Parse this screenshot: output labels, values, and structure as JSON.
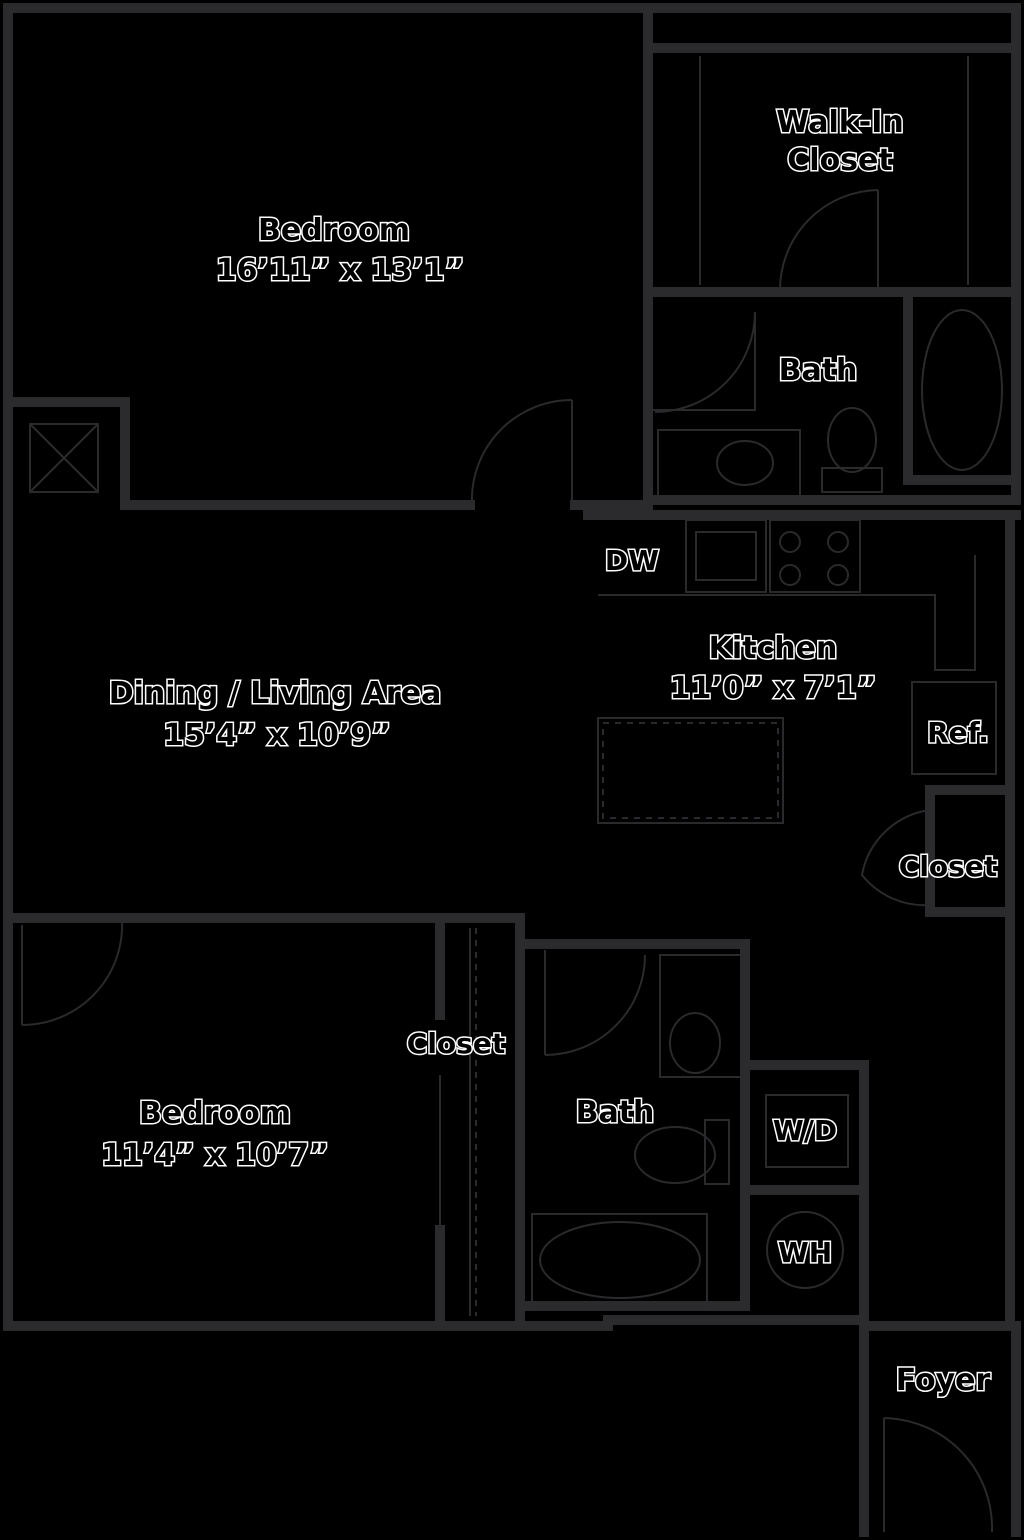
{
  "rooms": {
    "bedroom1": {
      "name": "Bedroom",
      "dims": "16’11” x 13’1”"
    },
    "walk_in": {
      "line1": "Walk-In",
      "line2": "Closet"
    },
    "bath1": {
      "name": "Bath"
    },
    "dw": {
      "name": "DW"
    },
    "kitchen": {
      "name": "Kitchen",
      "dims": "11’0” x 7’1”"
    },
    "dining": {
      "name": "Dining / Living Area",
      "dims": "15’4” x 10’9”"
    },
    "ref": {
      "name": "Ref."
    },
    "closet_right": {
      "name": "Closet"
    },
    "closet_mid": {
      "name": "Closet"
    },
    "bedroom2": {
      "name": "Bedroom",
      "dims": "11’4” x 10’7”"
    },
    "bath2": {
      "name": "Bath"
    },
    "wd": {
      "name": "W/D"
    },
    "wh": {
      "name": "WH"
    },
    "foyer": {
      "name": "Foyer"
    }
  },
  "colors": {
    "background": "#000000",
    "wall": "#2b2b2d",
    "label_outline": "#ffffff"
  }
}
